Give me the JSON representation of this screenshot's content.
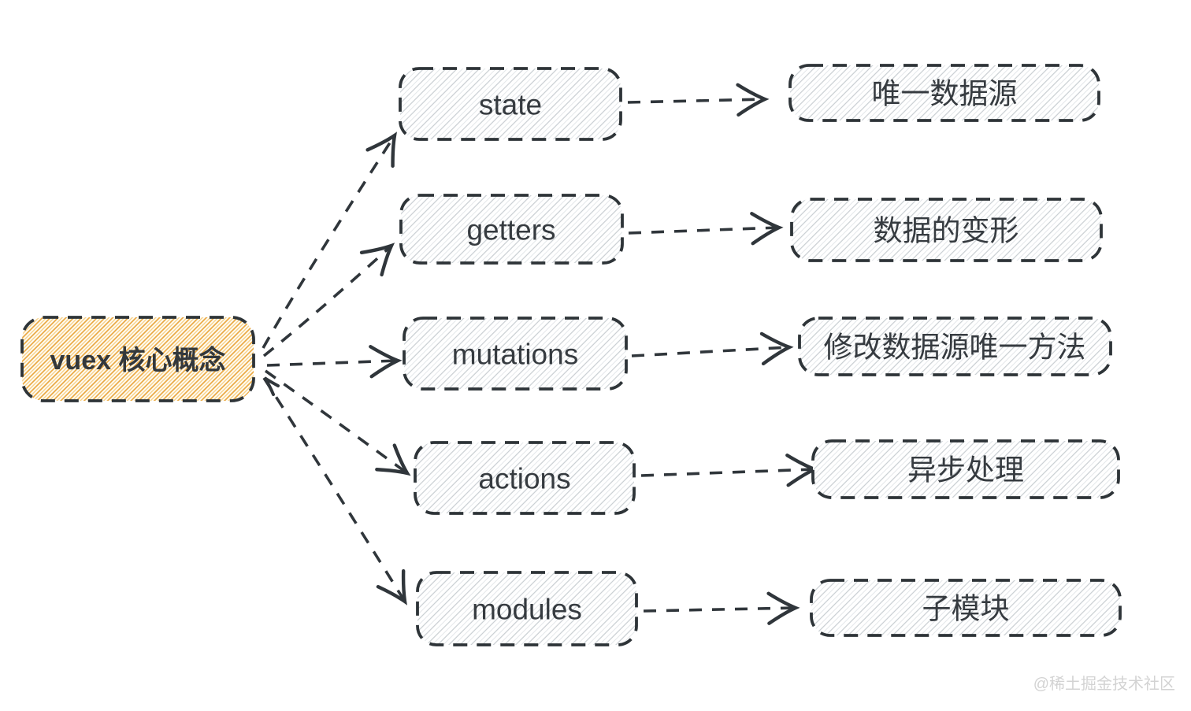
{
  "diagram": {
    "root": {
      "label": "vuex 核心概念"
    },
    "branches": [
      {
        "concept": "state",
        "description": "唯一数据源"
      },
      {
        "concept": "getters",
        "description": "数据的变形"
      },
      {
        "concept": "mutations",
        "description": "修改数据源唯一方法"
      },
      {
        "concept": "actions",
        "description": "异步处理"
      },
      {
        "concept": "modules",
        "description": "子模块"
      }
    ],
    "edges": [
      {
        "from": "vuex 核心概念",
        "to": "state"
      },
      {
        "from": "vuex 核心概念",
        "to": "getters"
      },
      {
        "from": "vuex 核心概念",
        "to": "mutations"
      },
      {
        "from": "vuex 核心概念",
        "to": "actions"
      },
      {
        "from": "vuex 核心概念",
        "to": "modules"
      },
      {
        "from": "state",
        "to": "唯一数据源"
      },
      {
        "from": "getters",
        "to": "数据的变形"
      },
      {
        "from": "mutations",
        "to": "修改数据源唯一方法"
      },
      {
        "from": "actions",
        "to": "异步处理"
      },
      {
        "from": "modules",
        "to": "子模块"
      }
    ]
  },
  "watermark": "@稀土掘金技术社区",
  "colors": {
    "background": "#ffffff",
    "stroke": "#2e3438",
    "text": "#363b40",
    "root_hatch": "#eaa63c",
    "root_hatch_light": "#f6cc7d",
    "node_hatch": "#9aa3ab",
    "watermark": "#d3d3d3"
  }
}
